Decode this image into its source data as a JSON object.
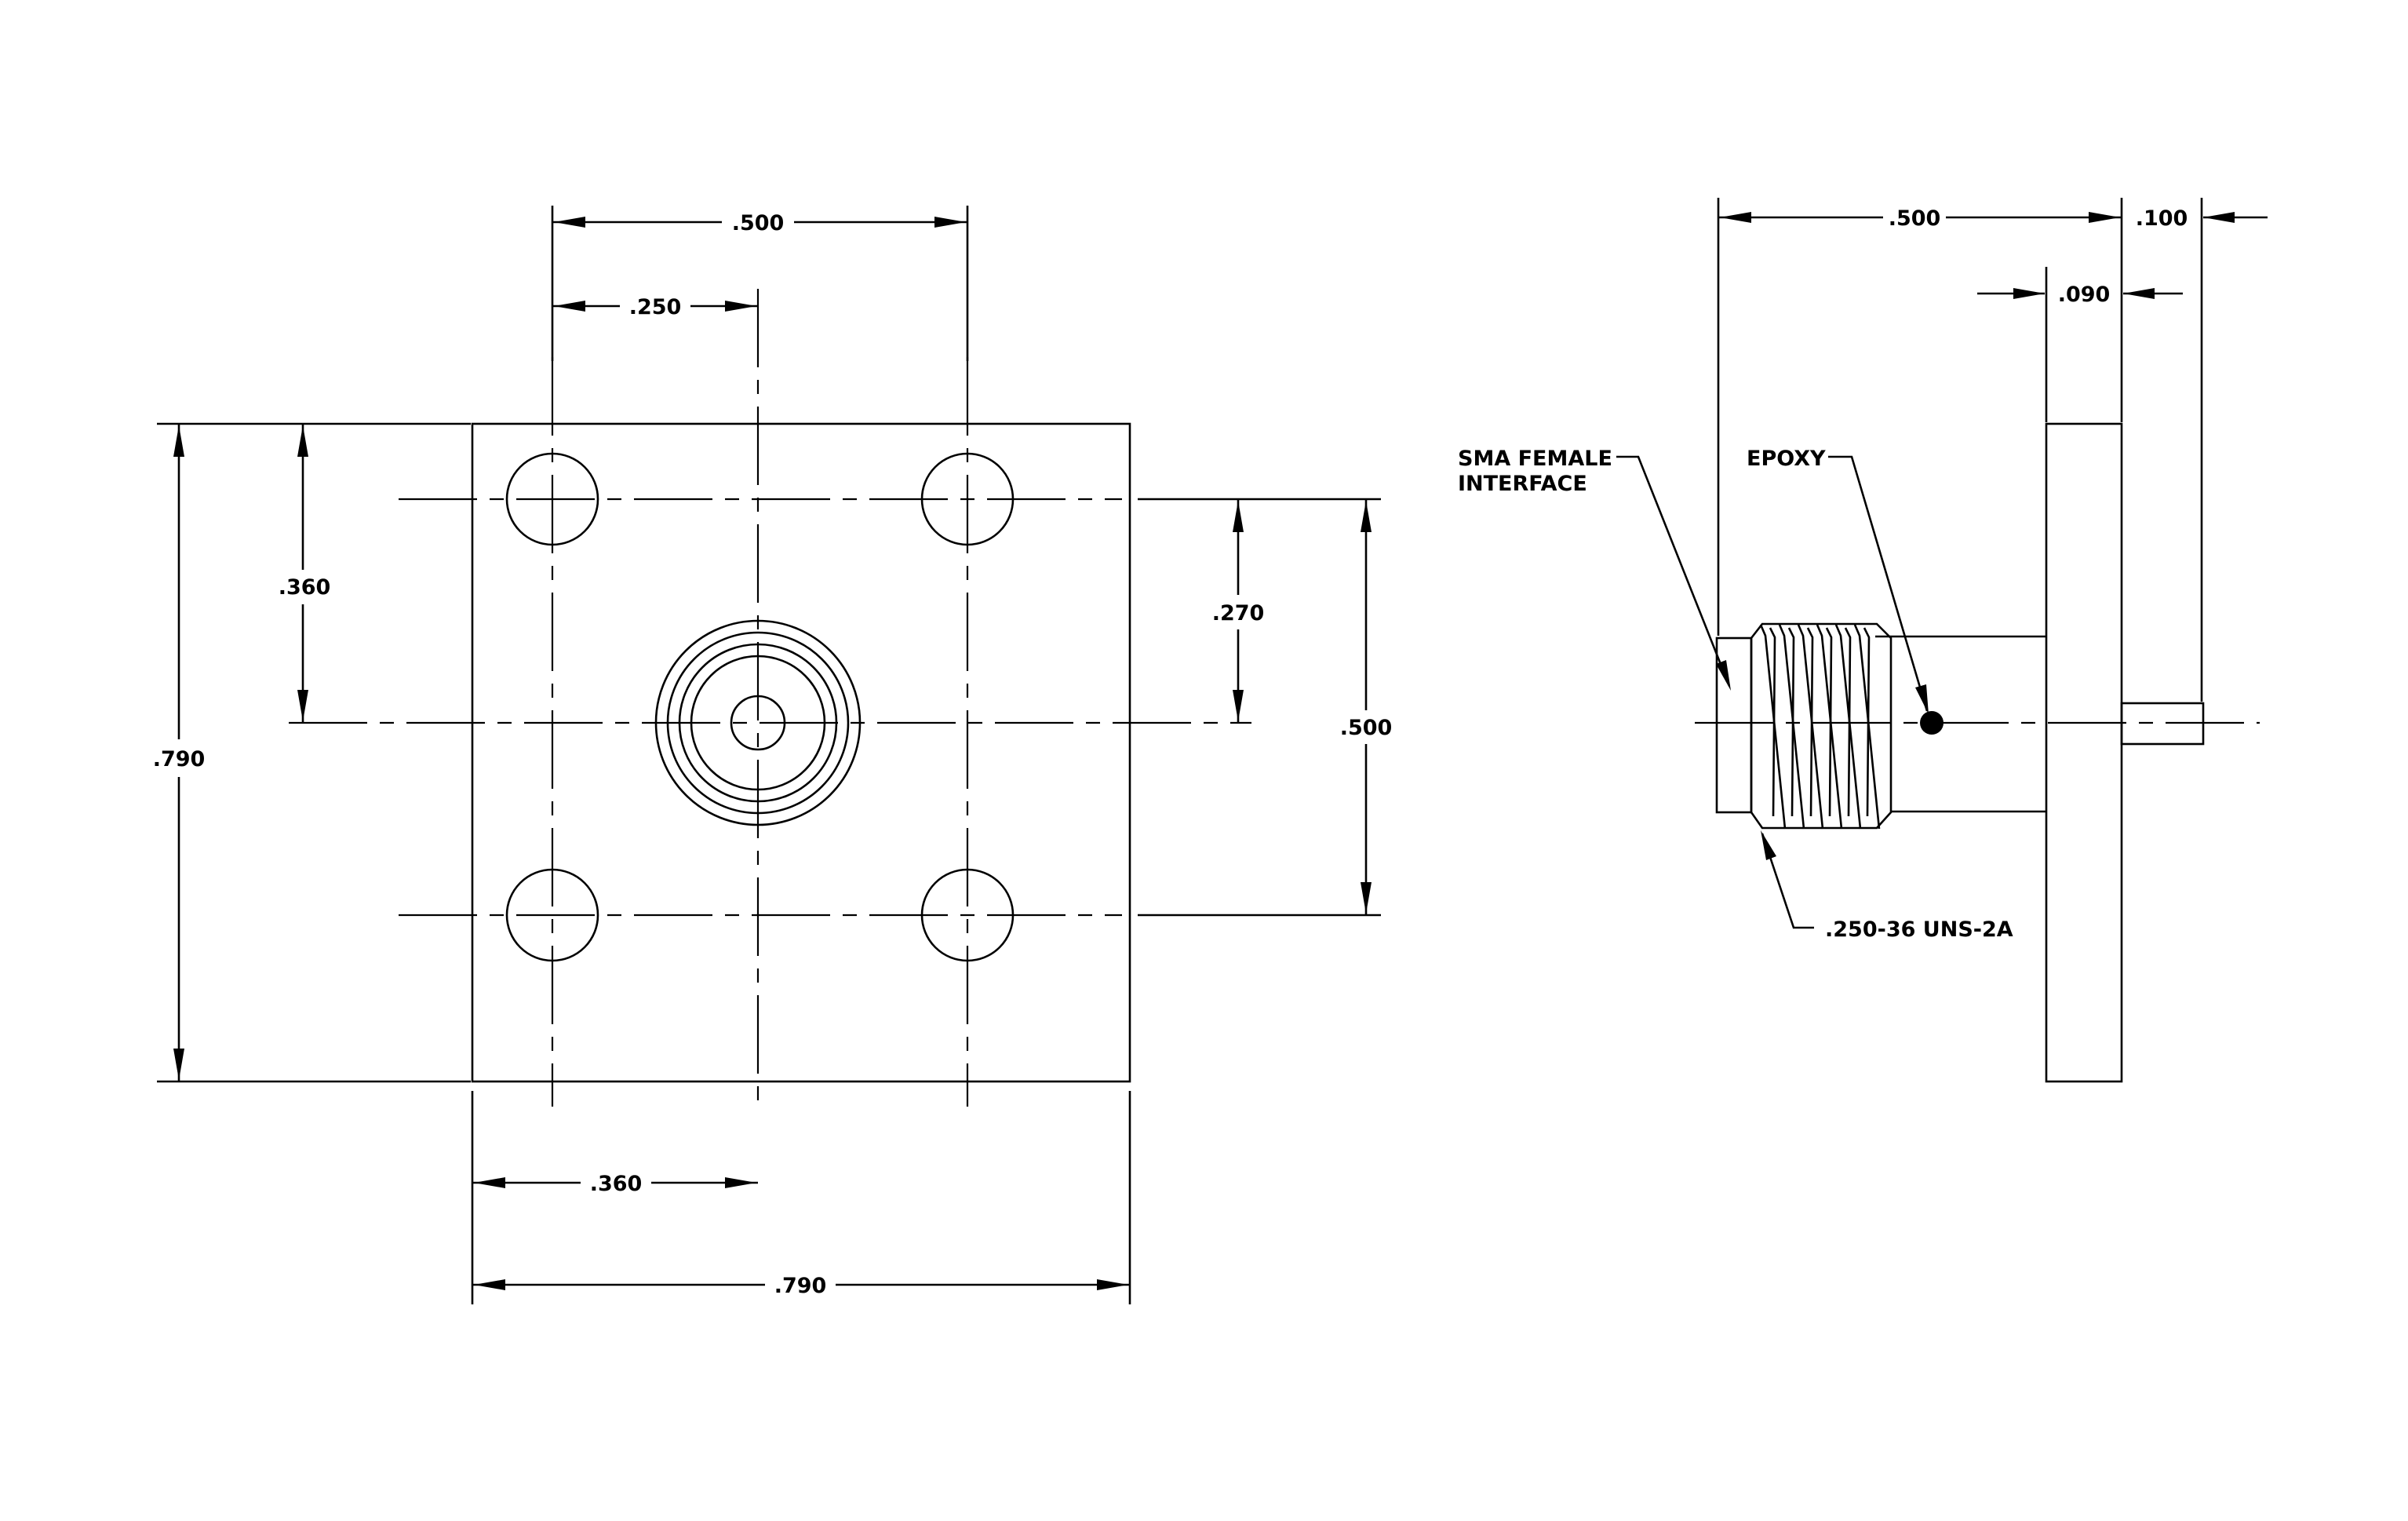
{
  "front_view": {
    "dim_hole_spacing_top": ".500",
    "dim_hole_to_center_top": ".250",
    "dim_overall_height": ".790",
    "dim_center_height": ".360",
    "dim_hole_to_center_right": ".270",
    "dim_hole_spacing_right": ".500",
    "dim_center_width": ".360",
    "dim_overall_width": ".790"
  },
  "side_view": {
    "dim_body_length": ".500",
    "dim_pin_length": ".100",
    "dim_flange_thickness": ".090",
    "label_interface_line1": "SMA FEMALE",
    "label_interface_line2": "INTERFACE",
    "label_epoxy": "EPOXY",
    "label_thread": ".250-36 UNS-2A"
  },
  "colors": {
    "line": "#000000",
    "background": "#ffffff"
  }
}
